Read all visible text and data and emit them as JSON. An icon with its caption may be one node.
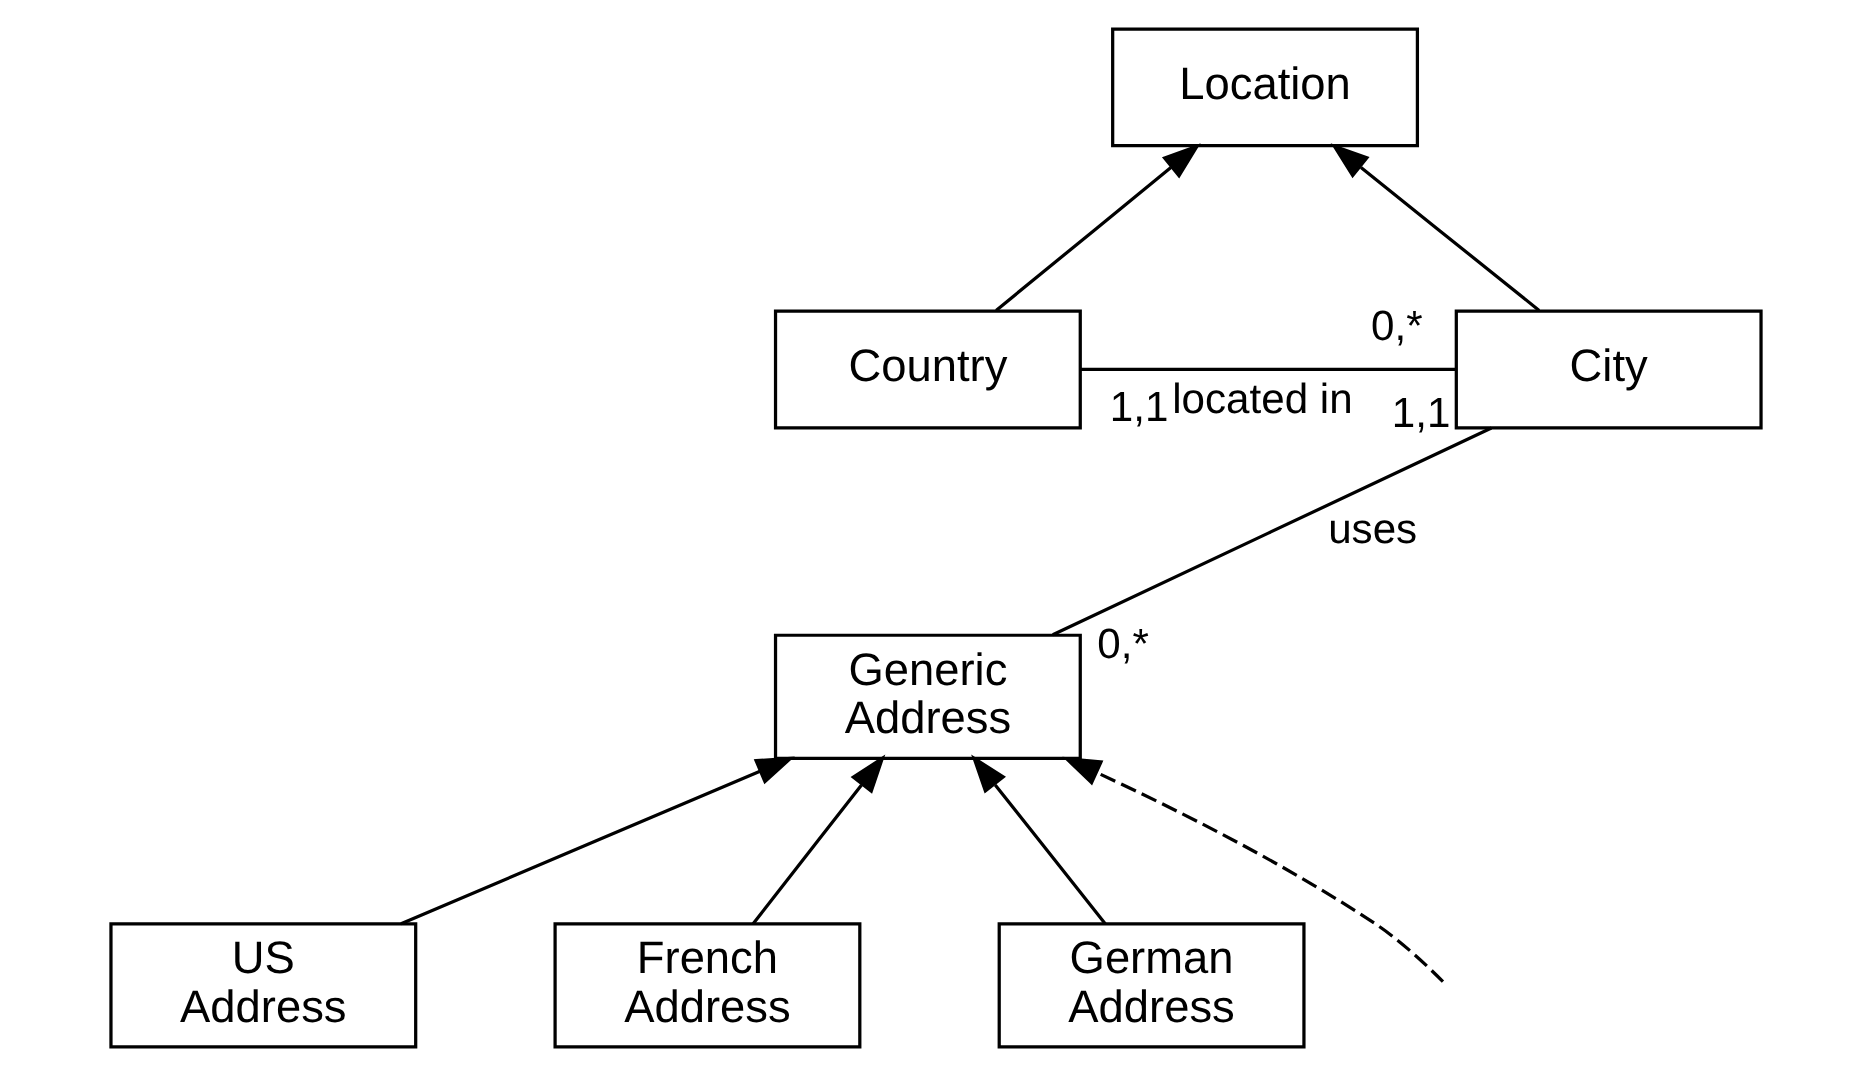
{
  "diagram": {
    "nodes": [
      {
        "text": [
          "Location"
        ]
      },
      {
        "text": [
          "Country"
        ]
      },
      {
        "text": [
          "City"
        ]
      },
      {
        "text": [
          "Generic Address"
        ]
      },
      {
        "text": [
          "US Address"
        ]
      },
      {
        "text": [
          "French Address"
        ]
      },
      {
        "text": [
          "German Address"
        ]
      }
    ],
    "edges": [
      {
        "from": 1,
        "to": 0,
        "arrow": "to"
      },
      {
        "from": 2,
        "to": 0,
        "arrow": "to"
      },
      {
        "from": 1,
        "to": 2,
        "arrow": "none",
        "label": "located in"
      },
      {
        "from": 3,
        "to": 2,
        "arrow": "none",
        "label": "uses"
      },
      {
        "from": null,
        "to": 3,
        "arrow": "to",
        "style": "dashed"
      },
      {
        "from": 4,
        "to": 3,
        "arrow": "to"
      },
      {
        "from": 5,
        "to": 3,
        "arrow": "to"
      },
      {
        "from": 6,
        "to": 3,
        "arrow": "to"
      }
    ],
    "labels": [
      "1,1",
      "0,*",
      "0,*",
      "1,1"
    ]
  }
}
